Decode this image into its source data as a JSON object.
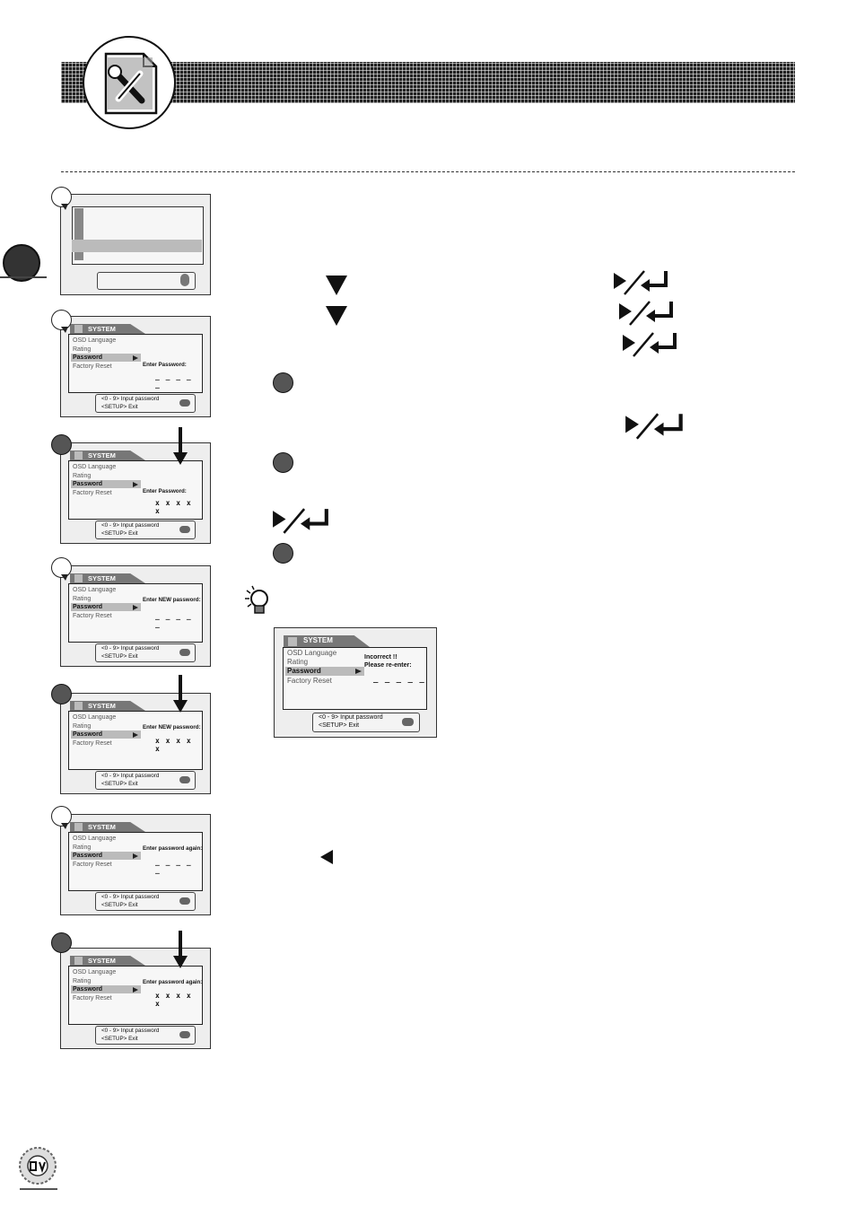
{
  "menu_items": [
    "OSD Language",
    "Rating",
    "Password",
    "Factory Reset"
  ],
  "menu_tab": "SYSTEM",
  "help_lines": [
    "<0 - 9> Input password",
    "<SETUP> Exit"
  ],
  "screens": [
    {
      "prompt": "Enter Password:",
      "slots": "_ _ _ _ _"
    },
    {
      "prompt": "Enter Password:",
      "slots": "x x x x x"
    },
    {
      "prompt": "Enter NEW password:",
      "slots": "_ _ _ _ _"
    },
    {
      "prompt": "Enter NEW password:",
      "slots": "x x x x x"
    },
    {
      "prompt": "Enter password again:",
      "slots": "_ _ _ _ _"
    },
    {
      "prompt": "Enter password again:",
      "slots": "x x x x x"
    }
  ],
  "error_screen": {
    "line1": "Incorrect !!",
    "line2": "Please re-enter:",
    "slots": "_ _ _ _ _"
  },
  "icons": {
    "header": "tools-icon",
    "side": "setup-icon",
    "tip": "lightbulb-icon",
    "logo": "rw-disc-logo"
  }
}
